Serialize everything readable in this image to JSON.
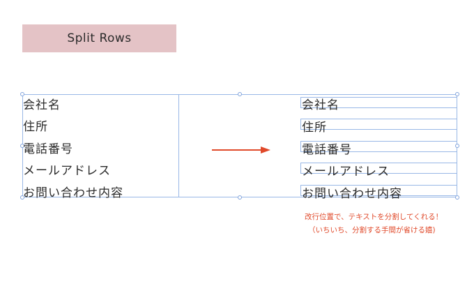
{
  "title": "Split Rows",
  "source_lines": [
    "会社名",
    "住所",
    "電話番号",
    "メールアドレス",
    "お問い合わせ内容"
  ],
  "result_rows": [
    "会社名",
    "住所",
    "電話番号",
    "メールアドレス",
    "お問い合わせ内容"
  ],
  "note": {
    "line1": "改行位置で、テキストを分割してくれる！",
    "line2": "（いちいち、分割する手間が省ける嬉)"
  },
  "colors": {
    "accent": "#e0492a",
    "badge": "#e4c3c6",
    "selection": "#98b7e6"
  },
  "icons": {
    "arrow": "right-arrow-icon"
  }
}
